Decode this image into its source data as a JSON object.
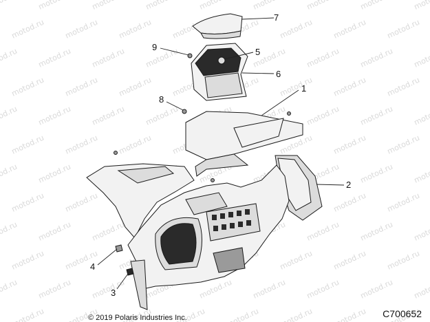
{
  "watermark": "motod.ru",
  "callouts": {
    "c1": "1",
    "c2": "2",
    "c3": "3",
    "c4": "4",
    "c5": "5",
    "c6": "6",
    "c7": "7",
    "c8": "8",
    "c9": "9"
  },
  "copyright": "© 2019 Polaris Industries Inc.",
  "diagram_id": "C700652"
}
